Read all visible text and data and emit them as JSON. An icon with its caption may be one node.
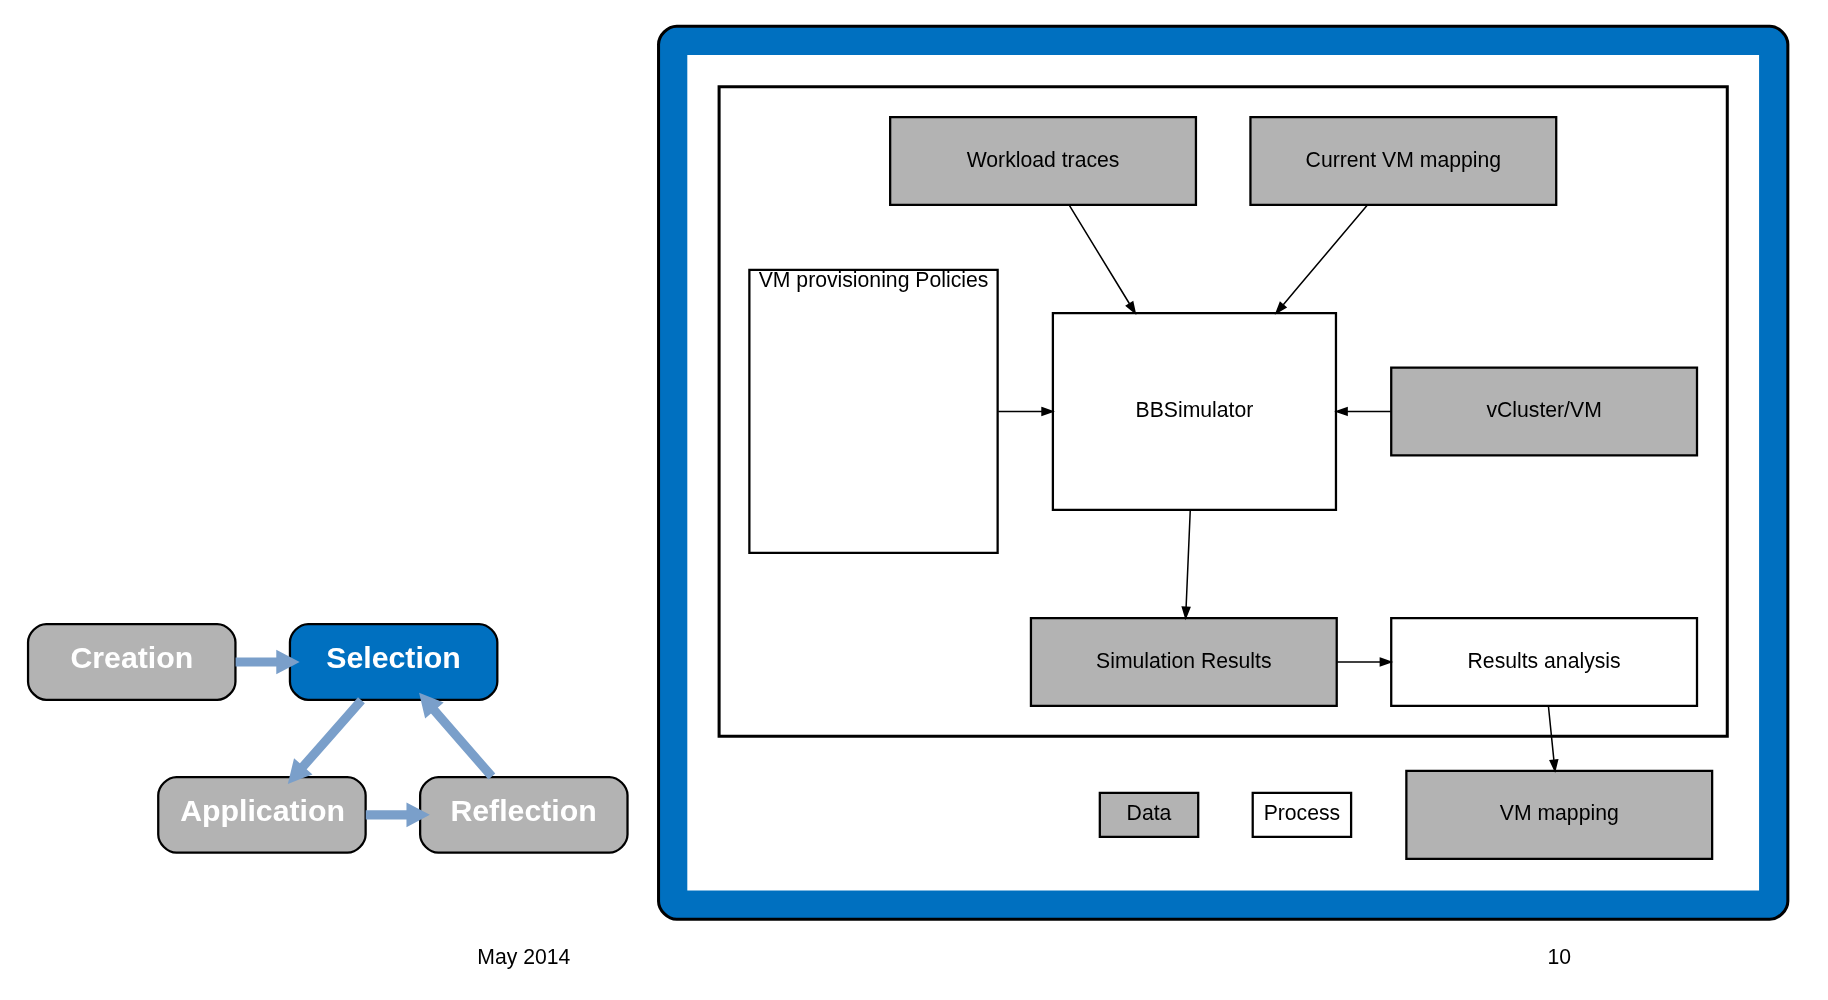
{
  "diagram": {
    "nodes": [
      {
        "text": [
          "Creation"
        ]
      },
      {
        "text": [
          "Selection"
        ]
      },
      {
        "text": [
          "Application"
        ]
      },
      {
        "text": [
          "Reflection"
        ]
      },
      {
        "text": [],
        "shape": "box"
      },
      {
        "text": [],
        "shape": "box",
        "in": 4
      },
      {
        "text": [],
        "shape": "box",
        "in": 5
      },
      {
        "text": [
          "Workload traces"
        ],
        "in": 6
      },
      {
        "text": [
          "Current VM mapping"
        ],
        "in": 6
      },
      {
        "text": [
          "VM provisioning Policies"
        ],
        "in": 6
      },
      {
        "text": [
          "BBSimulator"
        ],
        "in": 6
      },
      {
        "text": [
          "vCluster/VM"
        ],
        "in": 6
      },
      {
        "text": [
          "Simulation Results"
        ],
        "in": 6
      },
      {
        "text": [
          "Results analysis"
        ],
        "in": 6
      },
      {
        "text": [
          "VM mapping"
        ],
        "in": 5
      }
    ],
    "edges": [
      {
        "from": 0,
        "to": 1,
        "arrow": "to",
        "style": "thick",
        "color": "#7a9fca"
      },
      {
        "from": 1,
        "to": 2,
        "arrow": "to",
        "style": "thick",
        "color": "#7a9fca"
      },
      {
        "from": 2,
        "to": 3,
        "arrow": "to",
        "style": "thick",
        "color": "#7a9fca"
      },
      {
        "from": 3,
        "to": 1,
        "arrow": "to",
        "style": "thick",
        "color": "#7a9fca"
      },
      {
        "from": 7,
        "to": 10,
        "arrow": "to"
      },
      {
        "from": 8,
        "to": 10,
        "arrow": "to"
      },
      {
        "from": 9,
        "to": 10,
        "arrow": "to"
      },
      {
        "from": 11,
        "to": 10,
        "arrow": "to"
      },
      {
        "from": 10,
        "to": 12,
        "arrow": "to"
      },
      {
        "from": 12,
        "to": 13,
        "arrow": "to"
      },
      {
        "from": 13,
        "to": 14,
        "arrow": "to"
      }
    ],
    "labels": [
      "May 2014",
      "10"
    ],
    "legend": [
      {
        "text": "Data",
        "color": "#b3b3b3"
      },
      {
        "text": "Process",
        "color": "#ffffff"
      }
    ]
  }
}
